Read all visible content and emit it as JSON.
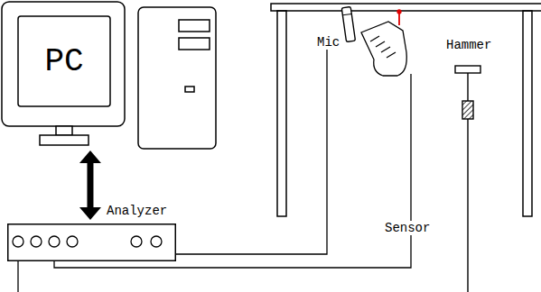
{
  "diagram": {
    "nodes": [
      {
        "text": [
          "PC"
        ]
      },
      {
        "text": [
          "Analyzer"
        ]
      }
    ],
    "edges": [
      {
        "from": 0,
        "to": 1,
        "arrow": "both"
      }
    ],
    "labels": [
      "Mic",
      "Sensor",
      "Hammer"
    ]
  }
}
